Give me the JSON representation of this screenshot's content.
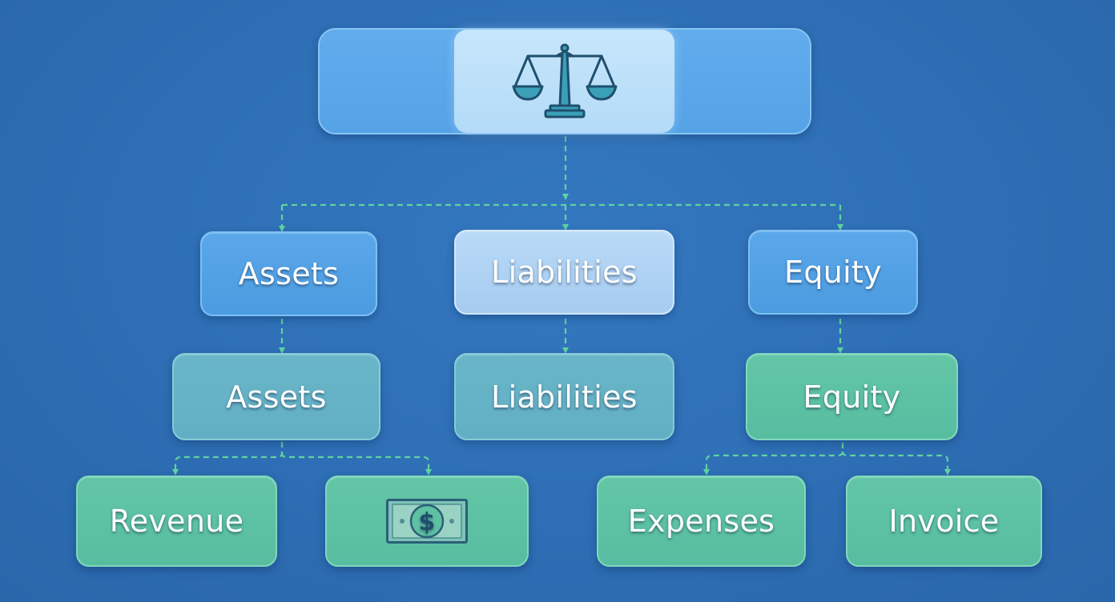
{
  "diagram": {
    "root": {
      "icon": "balance-scale-icon"
    },
    "level1": {
      "assets": {
        "label": "Assets"
      },
      "liabilities": {
        "label": "Liabilities"
      },
      "equity": {
        "label": "Equity"
      }
    },
    "level2": {
      "assets": {
        "label": "Assets"
      },
      "liabilities": {
        "label": "Liabilities"
      },
      "equity": {
        "label": "Equity"
      }
    },
    "level3": {
      "revenue": {
        "label": "Revenue"
      },
      "cash": {
        "icon": "dollar-bill-icon"
      },
      "expenses": {
        "label": "Expenses"
      },
      "invoice": {
        "label": "Invoice"
      }
    },
    "colors": {
      "background": "#2e6fb6",
      "blue_node": "#4d9be0",
      "highlight_node": "#a6cbf0",
      "teal_node": "#62aec4",
      "green_node": "#58bda0",
      "connector": "#5fd3a0"
    }
  }
}
